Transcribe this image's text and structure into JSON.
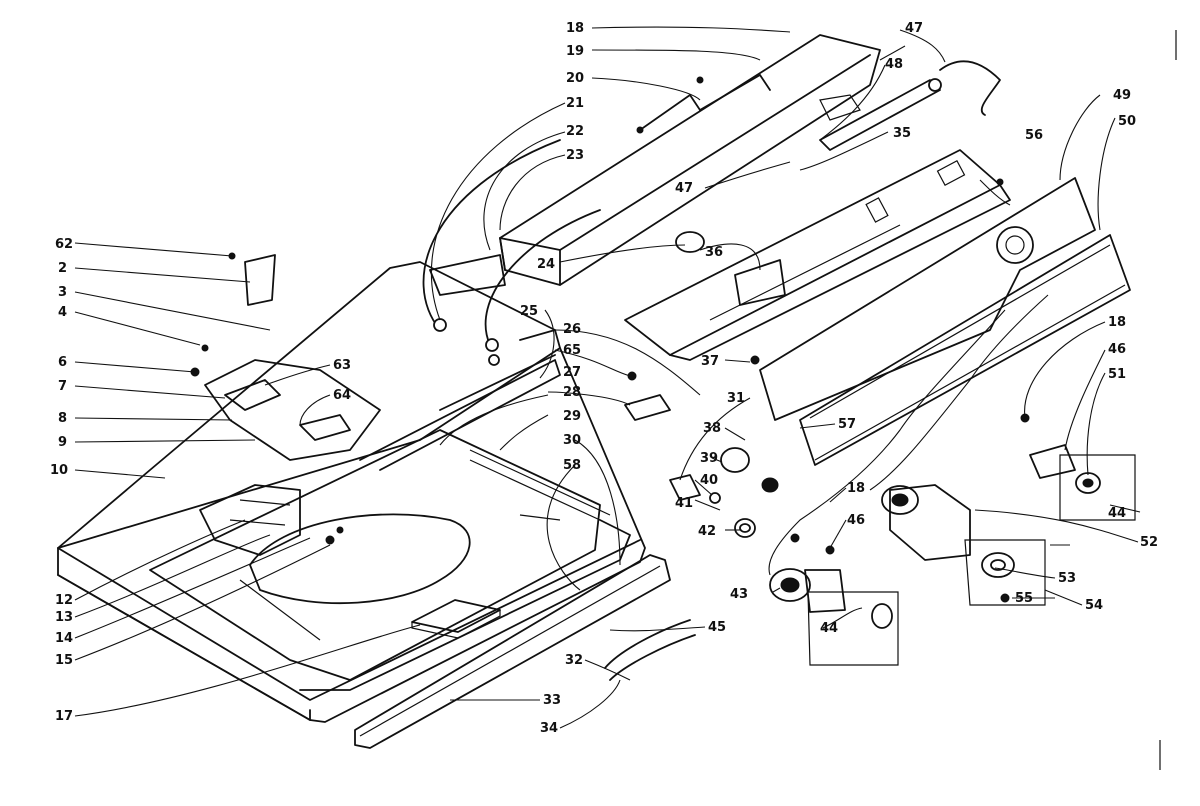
{
  "diagram": {
    "callouts": [
      "18",
      "19",
      "20",
      "21",
      "22",
      "23",
      "62",
      "2",
      "3",
      "4",
      "6",
      "7",
      "8",
      "9",
      "10",
      "63",
      "64",
      "24",
      "25",
      "26",
      "65",
      "27",
      "28",
      "29",
      "30",
      "58",
      "47",
      "48",
      "35",
      "36",
      "56",
      "49",
      "50",
      "37",
      "31",
      "38",
      "39",
      "40",
      "41",
      "42",
      "57",
      "18",
      "46",
      "51",
      "44",
      "43",
      "18",
      "46",
      "52",
      "53",
      "55",
      "54",
      "45",
      "44",
      "32",
      "33",
      "34",
      "12",
      "13",
      "14",
      "15",
      "17",
      "47"
    ]
  }
}
